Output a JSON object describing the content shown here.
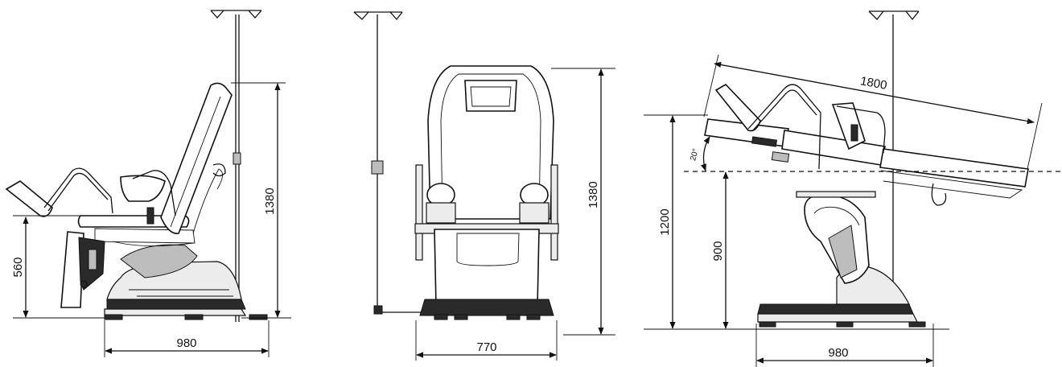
{
  "views": [
    {
      "id": "side-view-reclined",
      "dimensions": {
        "height": "1380",
        "seat_height": "560",
        "length": "980"
      }
    },
    {
      "id": "front-view",
      "dimensions": {
        "height": "1380",
        "width": "770"
      }
    },
    {
      "id": "side-view-flat",
      "dimensions": {
        "length": "1800",
        "tilt_angle": "20°",
        "max_height": "1200",
        "min_height": "900",
        "base_length": "980"
      }
    }
  ],
  "colors": {
    "line": "#111111",
    "fill_dark": "#2a2a2a",
    "fill_grey": "#bdbdbd",
    "background": "#ffffff"
  }
}
